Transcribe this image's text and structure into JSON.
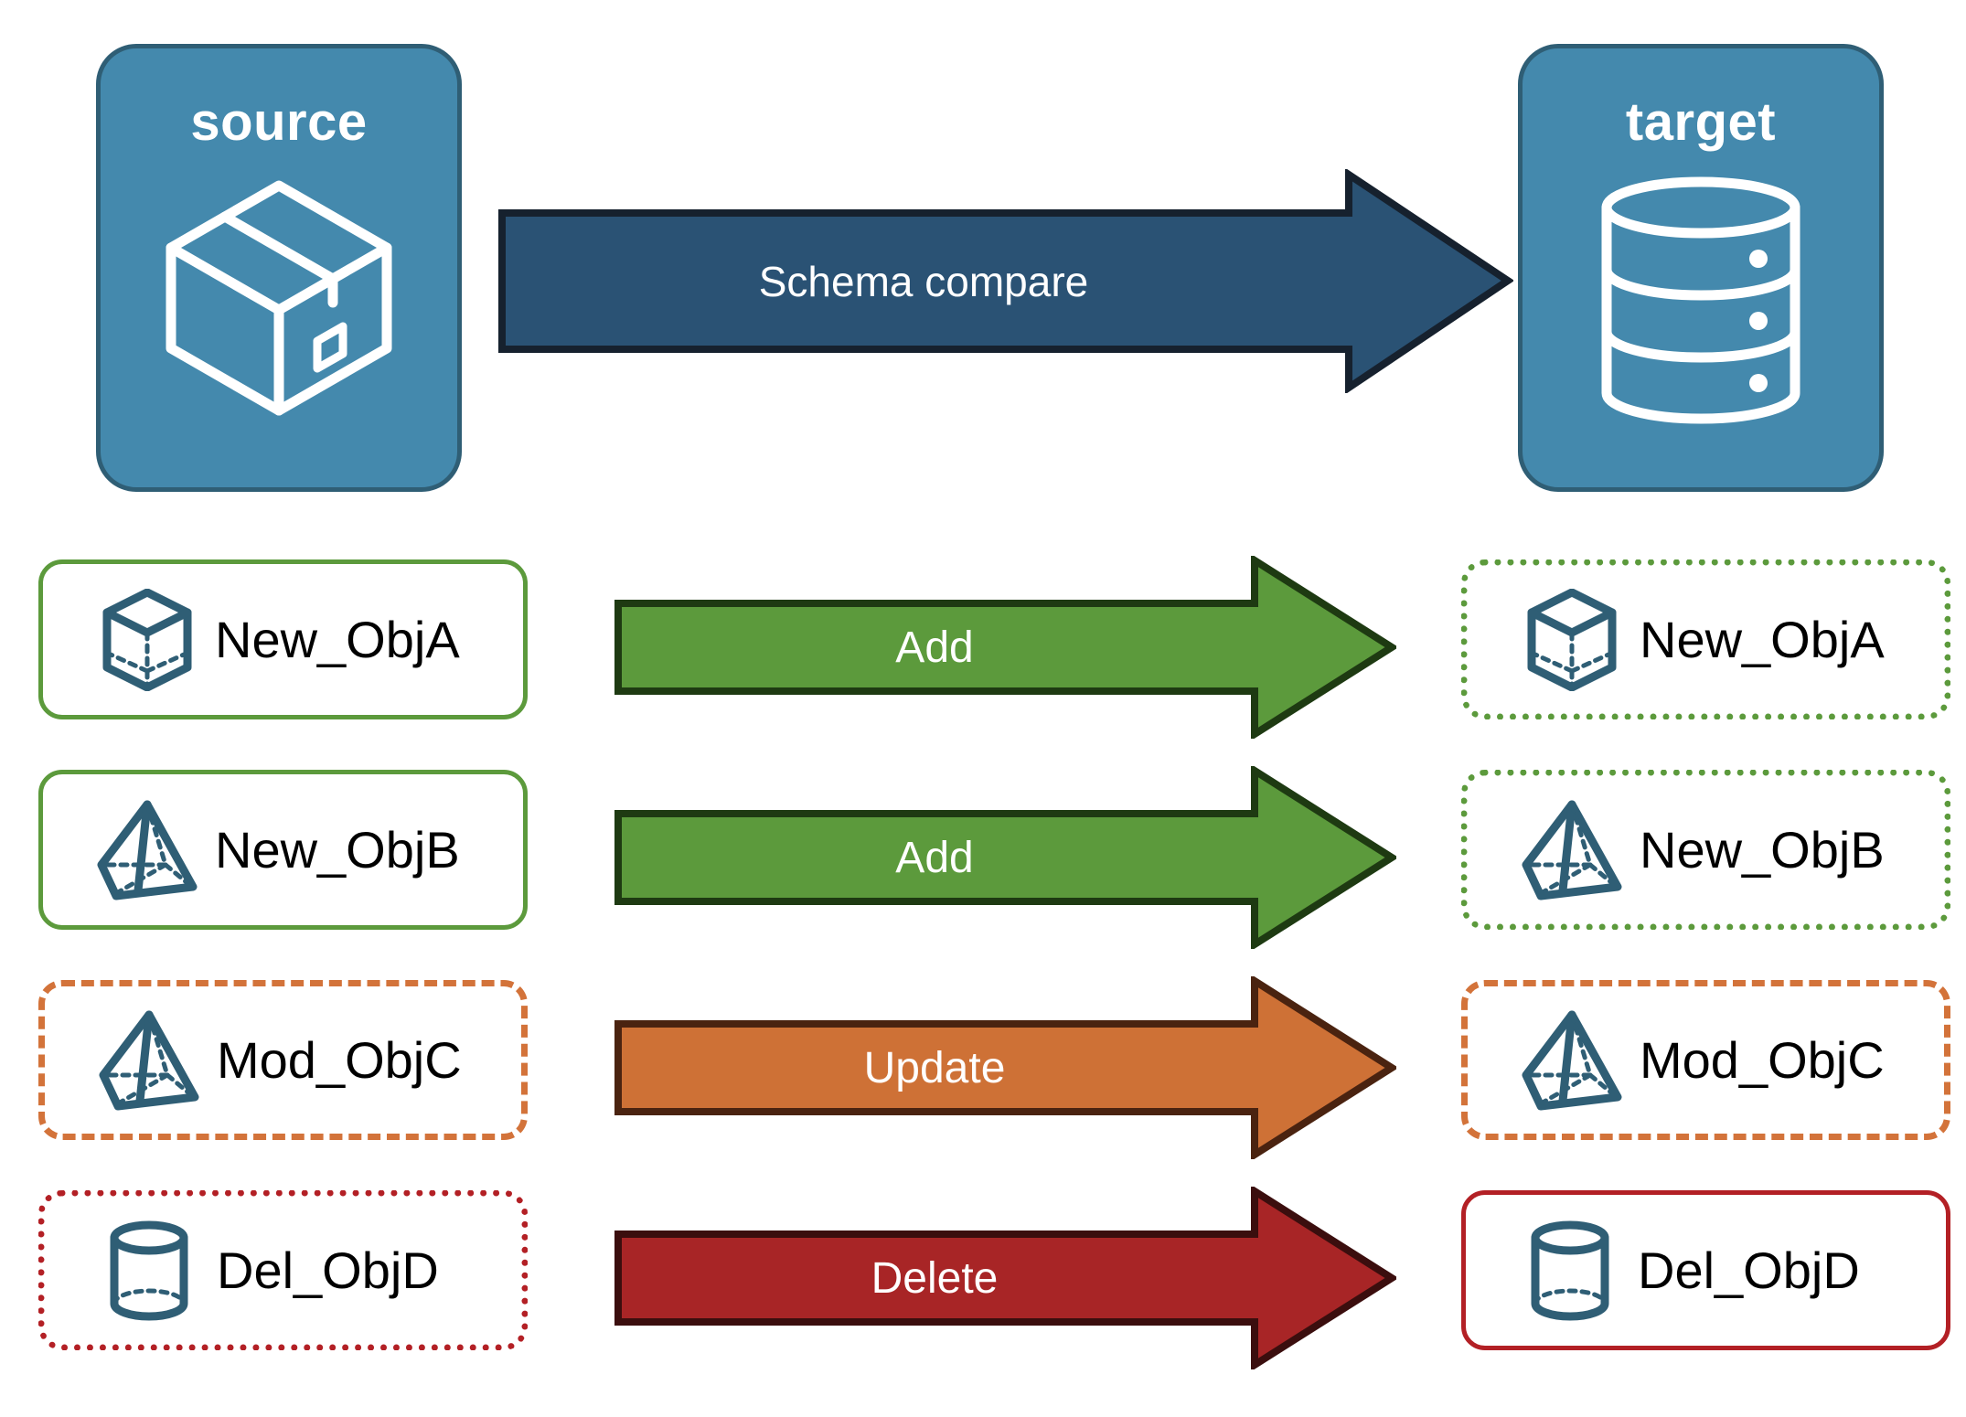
{
  "diagram": {
    "title_source": "source",
    "title_target": "target",
    "main_arrow_label": "Schema compare",
    "colors": {
      "panel_fill": "#4489AD",
      "panel_border": "#2F5E75",
      "icon_stroke": "#2F5E75",
      "main_arrow_fill": "#2A5274",
      "main_arrow_border": "#16212E",
      "add_fill": "#5C9A3C",
      "add_border": "#1E3A12",
      "update_fill": "#CE7136",
      "update_border": "#4A2310",
      "delete_fill": "#A82526",
      "delete_border": "#3B0E0E",
      "green": "#5C9A3C",
      "orange": "#D3733A",
      "red": "#B32025",
      "text": "#000000"
    },
    "source_icon": "package-box-icon",
    "target_icon": "database-cylinder-icon"
  },
  "rows": [
    {
      "action": "Add",
      "action_icon": "arrow-right-icon",
      "arrow_fill": "#5C9A3C",
      "arrow_border": "#1E3A12",
      "source": {
        "label": "New_ObjA",
        "icon": "cube-wireframe-icon",
        "border_style": "solid",
        "border_color": "#5C9A3C"
      },
      "target": {
        "label": "New_ObjA",
        "icon": "cube-wireframe-icon",
        "border_style": "dotted",
        "border_color": "#5C9A3C"
      }
    },
    {
      "action": "Add",
      "action_icon": "arrow-right-icon",
      "arrow_fill": "#5C9A3C",
      "arrow_border": "#1E3A12",
      "source": {
        "label": "New_ObjB",
        "icon": "pyramid-wireframe-icon",
        "border_style": "solid",
        "border_color": "#5C9A3C"
      },
      "target": {
        "label": "New_ObjB",
        "icon": "pyramid-wireframe-icon",
        "border_style": "dotted",
        "border_color": "#5C9A3C"
      }
    },
    {
      "action": "Update",
      "action_icon": "arrow-right-icon",
      "arrow_fill": "#CE7136",
      "arrow_border": "#4A2310",
      "source": {
        "label": "Mod_ObjC",
        "icon": "pyramid-wireframe-icon",
        "border_style": "dashed",
        "border_color": "#D3733A"
      },
      "target": {
        "label": "Mod_ObjC",
        "icon": "pyramid-wireframe-icon",
        "border_style": "dashed",
        "border_color": "#D3733A"
      }
    },
    {
      "action": "Delete",
      "action_icon": "arrow-right-icon",
      "arrow_fill": "#A82526",
      "arrow_border": "#3B0E0E",
      "source": {
        "label": "Del_ObjD",
        "icon": "cylinder-wireframe-icon",
        "border_style": "dotted",
        "border_color": "#B32025"
      },
      "target": {
        "label": "Del_ObjD",
        "icon": "cylinder-wireframe-icon",
        "border_style": "solid",
        "border_color": "#B32025"
      }
    }
  ]
}
